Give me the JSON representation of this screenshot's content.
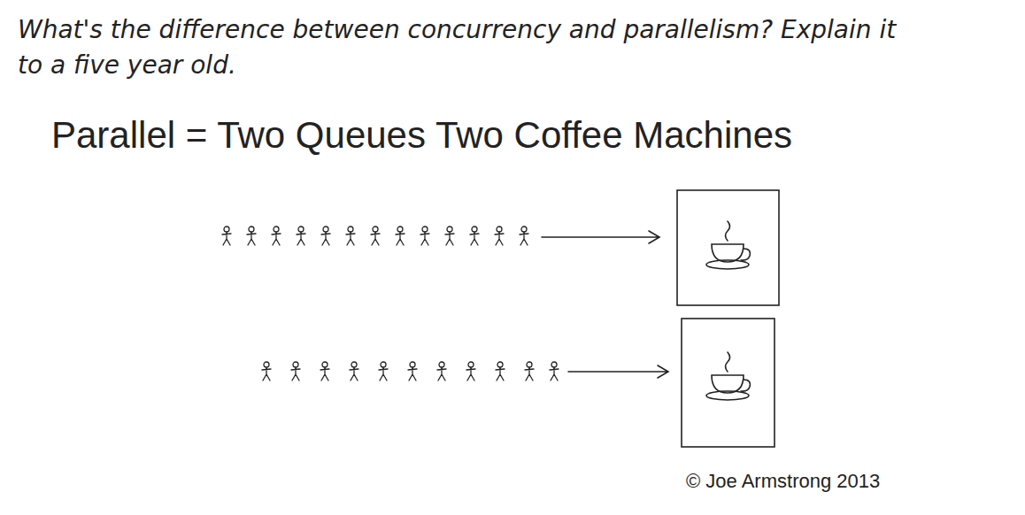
{
  "diagram": {
    "title": "What's the difference between concurrency and parallelism? Explain it to a five year old.",
    "labels": [
      "Parallel = Two Queues Two Coffee Machines",
      "© Joe Armstrong 2013"
    ]
  }
}
